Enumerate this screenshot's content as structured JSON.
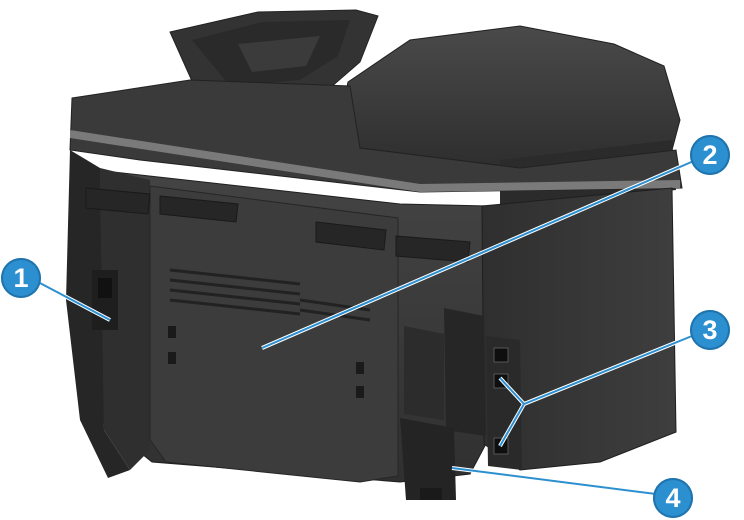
{
  "callouts": [
    {
      "number": "1"
    },
    {
      "number": "2"
    },
    {
      "number": "3"
    },
    {
      "number": "4"
    }
  ],
  "colors": {
    "callout_fill": "#2b8fd0",
    "callout_line": "#ffffff",
    "printer_body": "#3a3a3a",
    "printer_dark": "#262626"
  },
  "icons": [
    "printer-rear-view",
    "usb-port-icon",
    "fax-line-port-icon",
    "network-port-icon",
    "power-socket-icon"
  ]
}
